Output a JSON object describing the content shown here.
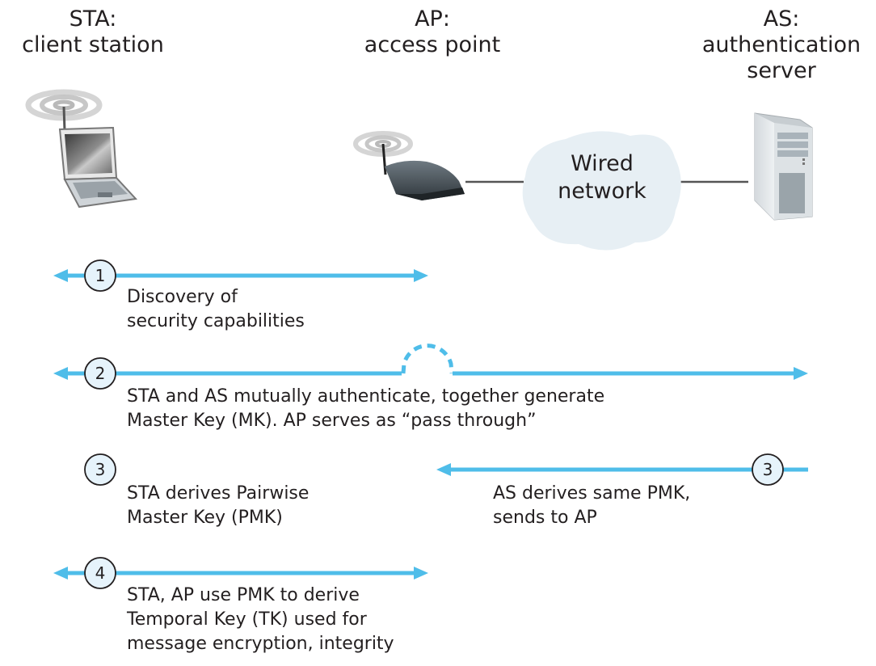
{
  "entities": {
    "sta": {
      "title": "STA:",
      "subtitle": "client station"
    },
    "ap": {
      "title": "AP:",
      "subtitle": "access point"
    },
    "as": {
      "title": "AS:",
      "subtitle1": "authentication",
      "subtitle2": "server"
    }
  },
  "network": {
    "line1": "Wired",
    "line2": "network"
  },
  "steps": [
    {
      "number": "1",
      "lines": [
        "Discovery of",
        "security capabilities"
      ]
    },
    {
      "number": "2",
      "lines": [
        "STA and AS mutually authenticate, together generate",
        "Master Key (MK). AP serves as “pass through”"
      ]
    },
    {
      "number": "3",
      "lines": [
        "STA derives Pairwise",
        "Master Key (PMK)"
      ]
    },
    {
      "number": "3",
      "lines": [
        "AS derives same PMK,",
        "sends to AP"
      ]
    },
    {
      "number": "4",
      "lines": [
        "STA, AP use PMK to derive",
        "Temporal Key (TK) used for",
        "message encryption, integrity"
      ]
    }
  ],
  "colors": {
    "arrow": "#4fbde9",
    "circle_fill": "#e6f3fb",
    "text": "#231f20",
    "cloud": "#e7eff4"
  }
}
